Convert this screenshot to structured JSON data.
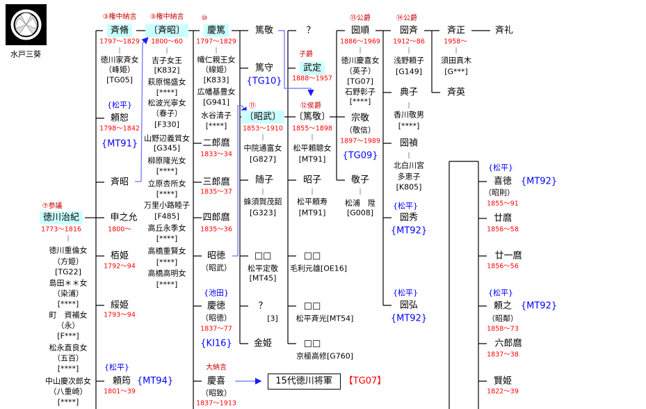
{
  "crest": {
    "caption": "水戸三葵"
  },
  "harunori": {
    "rank": "⑦参議",
    "name": "徳川治紀",
    "years": "1773～1816",
    "spouses": [
      "徳川重倫女",
      "（方姫）",
      "[TG22]",
      "島田＊＊女",
      "（染浦）",
      "[****]",
      "町　資補女",
      "（永）",
      "[F***]",
      "松永直良女",
      "（五百）",
      "[****]",
      "中山慶次郎女",
      "（八重崎）",
      "[****]"
    ]
  },
  "nariyuki": {
    "rank": "③権中納言",
    "name": "斉脩",
    "years": "1797～1829",
    "spouses": [
      "徳川家斉女",
      "（峰姫）",
      "[TG05]"
    ]
  },
  "yorihiro": {
    "clan": "{松平}",
    "name": "頼恕",
    "years": "1798～1842",
    "code": "{MT91}"
  },
  "nariaki_child": {
    "name": "斉昭"
  },
  "sarunojo": {
    "name": "申之允",
    "years": "1800～"
  },
  "kayahime": {
    "name": "栢姫",
    "years": "1792～94"
  },
  "yasuhime": {
    "name": "綏姫",
    "years": "1793～94"
  },
  "yoritake": {
    "clan": "{松平}",
    "name": "頼筠",
    "years": "1801～39",
    "code": "{MT94}"
  },
  "nariaki": {
    "rank": "③権中納言",
    "name": "〔斉昭〕",
    "years": "1800～60",
    "spouses": [
      "吉子女王",
      "[K832]",
      "萩原惕盛女",
      "[****]",
      "松波光寧女",
      "（春子）",
      "[F330]",
      "山野辺義質女",
      "[G345]",
      "柳原隆光女",
      "[****]",
      "立原杏所女",
      "[****]",
      "万里小路睦子",
      "[F485]",
      "高丘永季女",
      "[****]",
      "高橋重賢女",
      "[****]",
      "高橋高明女",
      "[****]"
    ]
  },
  "yoshiatsu": {
    "rank": "⑩",
    "name": "慶篤",
    "years": "1797～1829",
    "spouses": [
      "幟仁親王女",
      "（線姫）",
      "[K833]",
      "広幡基豊女",
      "[G941]",
      "水谷清子",
      "[****]"
    ]
  },
  "jiromaro": {
    "name": "二郎麿",
    "years": "1833～34"
  },
  "saburomaro": {
    "name": "三郎麿",
    "years": "1835～37"
  },
  "shiromaro": {
    "name": "四郎麿",
    "years": "1835～36"
  },
  "akinori": {
    "name": "昭徳",
    "alt": "（昭武）"
  },
  "yoshinori": {
    "clan": "{池田}",
    "name": "慶徳",
    "alt": "（昭徳）",
    "years": "1837～77",
    "code": "{KI16}"
  },
  "yoshinobu": {
    "rank": "大納言",
    "name": "慶喜",
    "alt": "（昭致）",
    "years": "1837～1913",
    "shogun_label": "15代徳川将軍",
    "code": "【TG07】"
  },
  "atsuyoshi_child": {
    "name": "篤敬"
  },
  "atsumori": {
    "name": "篤守",
    "code": "{TG10}"
  },
  "akitake": {
    "rank": "⑪",
    "name": "〔昭武〕",
    "years": "1853～1910",
    "spouses": [
      "中院通富女",
      "[G827]"
    ]
  },
  "yoriko": {
    "name": "随子",
    "spouses": [
      "蜂須賀茂韶",
      "[G323]"
    ]
  },
  "e_unknown": {
    "name": "□□",
    "spouses": [
      "松平定敬",
      "[MT45]"
    ]
  },
  "e_question": {
    "name": "？",
    "note": "[3]"
  },
  "kinhime": {
    "name": "金姫"
  },
  "f_question": {
    "name": "？"
  },
  "takesada": {
    "rank": "子爵",
    "name": "武定",
    "years": "1888～1957"
  },
  "atsuyoshi": {
    "rank": "⑫侯爵",
    "name": "〔篤敬〕",
    "years": "1855～1898",
    "spouses": [
      "松平頼聰女",
      "[MT91]"
    ]
  },
  "akiko": {
    "name": "昭子",
    "spouses": [
      "松平頼寿",
      "[MT91]"
    ]
  },
  "f_unknown1": {
    "name": "□□",
    "spouse": "毛利元雄[OE16]"
  },
  "f_unknown2": {
    "name": "□□",
    "spouse": "松平斉光[MT54]"
  },
  "f_unknown3": {
    "name": "□□",
    "spouse": "京極高修[G760]"
  },
  "kuniyuki": {
    "rank": "⑬公爵",
    "name": "圀順",
    "years": "1886～1969",
    "spouses": [
      "徳川慶喜女",
      "（英子）",
      "[TG07]",
      "石野彰子",
      "[****]"
    ]
  },
  "munefusa": {
    "name": "宗敬",
    "alt": "（敬信）",
    "years": "1897～1989",
    "code": "{TG09}"
  },
  "keiko": {
    "name": "敬子",
    "spouses": [
      "松浦　陞",
      "[G008]"
    ]
  },
  "kuninari": {
    "rank": "⑭公爵",
    "name": "圀斉",
    "years": "1912～86",
    "spouses": [
      "浅野頼子",
      "[G149]"
    ]
  },
  "noriko": {
    "name": "典子",
    "spouses": [
      "香川敬男",
      "[****]"
    ]
  },
  "kunisada": {
    "name": "圀禎",
    "spouses": [
      "北白川宮",
      "多恵子",
      "[K805]"
    ]
  },
  "kunihide": {
    "clan": "{松平}",
    "name": "圀秀",
    "code": "{MT92}"
  },
  "kunihiro": {
    "clan": "{松平}",
    "name": "圀弘",
    "code": "{MT92}"
  },
  "narimasa": {
    "name": "斉正",
    "years": "1958～",
    "spouses": [
      "須田真木",
      "[G***]"
    ]
  },
  "narifusa": {
    "name": "斉英"
  },
  "narinori": {
    "name": "斉礼"
  },
  "yoshinori2": {
    "clan": "{松平}",
    "name": "喜徳",
    "code": "{MT92}",
    "alt": "（昭則）",
    "years": "1855～91"
  },
  "nijumaro": {
    "name": "廿麿",
    "years": "1856～58"
  },
  "nijuichimaro": {
    "name": "廿一麿",
    "years": "1856～56"
  },
  "yoriyuki": {
    "clan": "{松平}",
    "name": "頼之",
    "code": "{MT92}",
    "alt": "（昭鄰）",
    "years": "1858～73"
  },
  "rokuromaro": {
    "name": "六郎麿",
    "years": "1837～38"
  },
  "kenhime": {
    "name": "賢姫",
    "years": "1822～39"
  }
}
